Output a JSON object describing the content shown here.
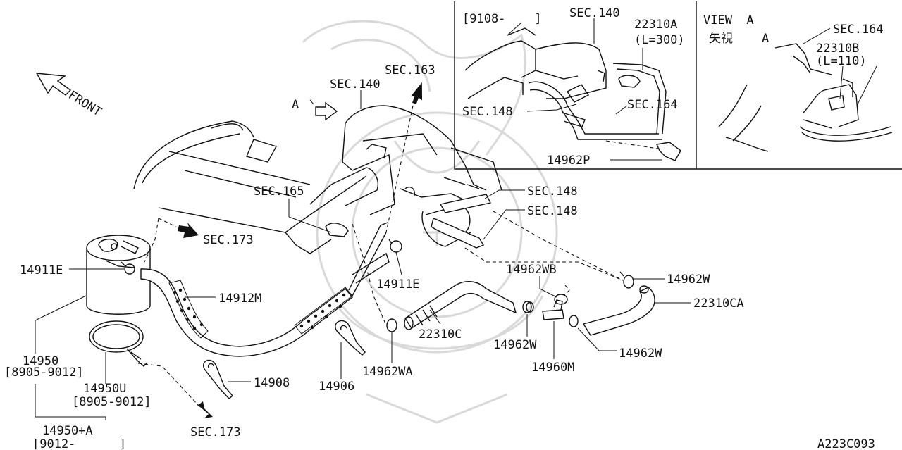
{
  "labels": {
    "front": "FRONT",
    "view_marker": "A",
    "sec140_main": "SEC.140",
    "sec163": "SEC.163",
    "sec165": "SEC.165",
    "sec173_top": "SEC.173",
    "sec173_bottom": "SEC.173",
    "sec148_a": "SEC.148",
    "sec148_b": "SEC.148",
    "p14911e_left": "14911E",
    "p14911e_mid": "14911E",
    "p14912m": "14912M",
    "p14950": "14950",
    "p14950_date": "[8905-9012]",
    "p14950u": "14950U",
    "p14950u_date": "[8905-9012]",
    "p14950a": "14950+A",
    "p14950a_date": "[9012-      ]",
    "p14908": "14908",
    "p14906": "14906",
    "p14962wa": "14962WA",
    "p22310c": "22310C",
    "p14962wb": "14962WB",
    "p14962w_a": "14962W",
    "p14962w_b": "14962W",
    "p14962w_c": "14962W",
    "p14960m": "14960M",
    "p22310ca": "22310CA",
    "code": "A223C093"
  },
  "inset1": {
    "date": "[9108-    ]",
    "sec140": "SEC.140",
    "part": "22310A",
    "length": "(L=300)",
    "sec148": "SEC.148",
    "sec164": "SEC.164",
    "clip": "14962P"
  },
  "inset2": {
    "view": "VIEW  A",
    "view_jp": "矢視    A",
    "sec164": "SEC.164",
    "part": "22310B",
    "length": "(L=110)"
  }
}
